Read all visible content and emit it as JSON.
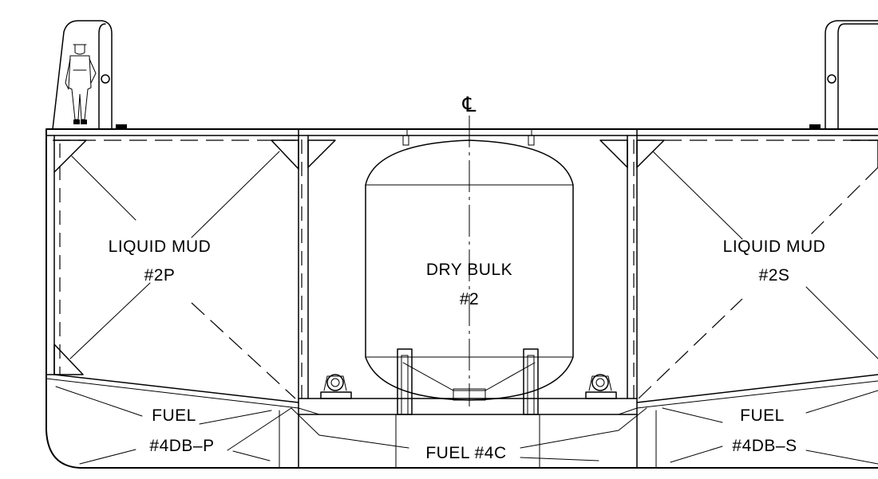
{
  "drawing": {
    "centerline_symbol": "℄",
    "labels": {
      "liquid_mud_port": {
        "line1": "LIQUID  MUD",
        "line2": "#2P"
      },
      "dry_bulk": {
        "line1": "DRY  BULK",
        "line2": "#2"
      },
      "liquid_mud_stbd": {
        "line1": "LIQUID  MUD",
        "line2": "#2S"
      },
      "fuel_port": {
        "line1": "FUEL",
        "line2": "#4DB–P"
      },
      "fuel_center": {
        "line1": "FUEL  #4C"
      },
      "fuel_stbd": {
        "line1": "FUEL",
        "line2": "#4DB–S"
      }
    },
    "icons": [
      "person-figure-icon",
      "pump-icon"
    ]
  }
}
